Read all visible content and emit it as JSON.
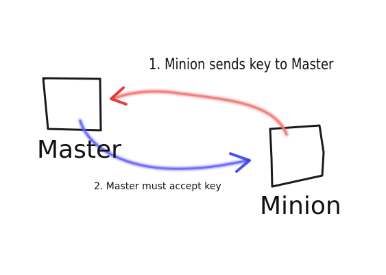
{
  "diagram": {
    "nodes": {
      "master": {
        "label": "Master"
      },
      "minion": {
        "label": "Minion"
      }
    },
    "steps": [
      {
        "label": "1. Minion sends key to Master",
        "from": "minion",
        "to": "master",
        "color": "#f06a6a"
      },
      {
        "label": "2. Master must accept key",
        "from": "master",
        "to": "minion",
        "color": "#5a5af0"
      }
    ]
  }
}
